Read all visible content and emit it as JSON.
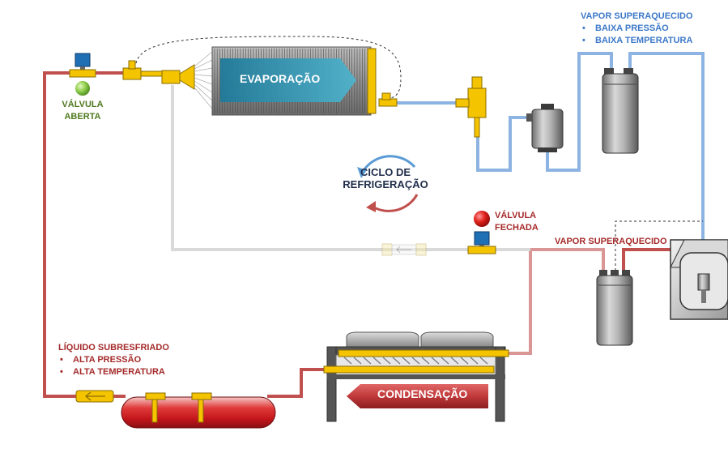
{
  "labels": {
    "evaporation": "EVAPORAÇÃO",
    "condensation": "CONDENSAÇÃO",
    "cycle": [
      "CICLO DE",
      "REFRIGERAÇÃO"
    ],
    "valve_open": [
      "VÁLVULA",
      "ABERTA"
    ],
    "valve_closed": [
      "VÁLVULA",
      "FECHADA"
    ],
    "superheated_low": {
      "title": "VAPOR SUPERAQUECIDO",
      "items": [
        "BAIXA PRESSÃO",
        "BAIXA TEMPERATURA"
      ]
    },
    "superheated_high": "VAPOR SUPERAQUECIDO",
    "subcooled_liquid": {
      "title": "LÍQUIDO SUBRESFRIADO",
      "items": [
        "ALTA PRESSÃO",
        "ALTA TEMPERATURA"
      ]
    }
  },
  "colors": {
    "high_pressure_line": "#c0504d",
    "high_pressure_line_light": "#d99694",
    "low_pressure_line": "#8db3e2",
    "idle_line": "#d9d9d9",
    "valve_body": "#f5c400",
    "solenoid": "#1f6fb4",
    "valve_open_indicator": "#92d050",
    "valve_closed_indicator": "#e0201b",
    "evaporator_arrow": "#2e8da8",
    "condenser_arrow": "#c0393b"
  }
}
